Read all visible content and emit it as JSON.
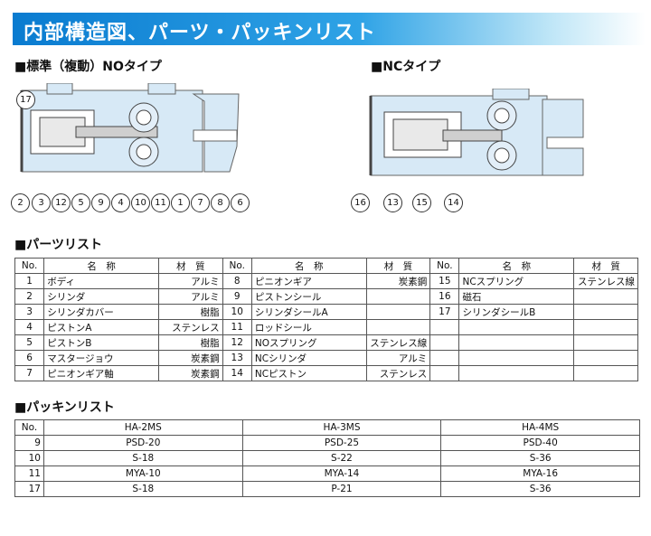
{
  "title": "内部構造図、パーツ・パッキンリスト",
  "diagram_no": {
    "heading": "■標準（複動）NOタイプ",
    "callouts": [
      "17",
      "2",
      "3",
      "12",
      "5",
      "9",
      "4",
      "10",
      "11",
      "1",
      "7",
      "8",
      "6"
    ]
  },
  "diagram_nc": {
    "heading": "■NCタイプ",
    "callouts": [
      "16",
      "13",
      "15",
      "14"
    ]
  },
  "parts": {
    "heading": "■パーツリスト",
    "headers": [
      "No.",
      "名　称",
      "材　質"
    ],
    "col1": [
      {
        "no": "1",
        "name": "ボディ",
        "mat": "アルミ"
      },
      {
        "no": "2",
        "name": "シリンダ",
        "mat": "アルミ"
      },
      {
        "no": "3",
        "name": "シリンダカバー",
        "mat": "樹脂"
      },
      {
        "no": "4",
        "name": "ピストンA",
        "mat": "ステンレス"
      },
      {
        "no": "5",
        "name": "ピストンB",
        "mat": "樹脂"
      },
      {
        "no": "6",
        "name": "マスタージョウ",
        "mat": "炭素鋼"
      },
      {
        "no": "7",
        "name": "ピニオンギア軸",
        "mat": "炭素鋼"
      }
    ],
    "col2": [
      {
        "no": "8",
        "name": "ピニオンギア",
        "mat": "炭素鋼"
      },
      {
        "no": "9",
        "name": "ピストンシール",
        "mat": ""
      },
      {
        "no": "10",
        "name": "シリンダシールA",
        "mat": ""
      },
      {
        "no": "11",
        "name": "ロッドシール",
        "mat": ""
      },
      {
        "no": "12",
        "name": "NOスプリング",
        "mat": "ステンレス線"
      },
      {
        "no": "13",
        "name": "NCシリンダ",
        "mat": "アルミ"
      },
      {
        "no": "14",
        "name": "NCピストン",
        "mat": "ステンレス"
      }
    ],
    "col3": [
      {
        "no": "15",
        "name": "NCスプリング",
        "mat": "ステンレス線"
      },
      {
        "no": "16",
        "name": "磁石",
        "mat": ""
      },
      {
        "no": "17",
        "name": "シリンダシールB",
        "mat": ""
      },
      {
        "no": "",
        "name": "",
        "mat": ""
      },
      {
        "no": "",
        "name": "",
        "mat": ""
      },
      {
        "no": "",
        "name": "",
        "mat": ""
      },
      {
        "no": "",
        "name": "",
        "mat": ""
      }
    ]
  },
  "packing": {
    "heading": "■パッキンリスト",
    "headers": [
      "No.",
      "HA-2MS",
      "HA-3MS",
      "HA-4MS"
    ],
    "rows": [
      [
        "9",
        "PSD-20",
        "PSD-25",
        "PSD-40"
      ],
      [
        "10",
        "S-18",
        "S-22",
        "S-36"
      ],
      [
        "11",
        "MYA-10",
        "MYA-14",
        "MYA-16"
      ],
      [
        "17",
        "S-18",
        "P-21",
        "S-36"
      ]
    ]
  }
}
